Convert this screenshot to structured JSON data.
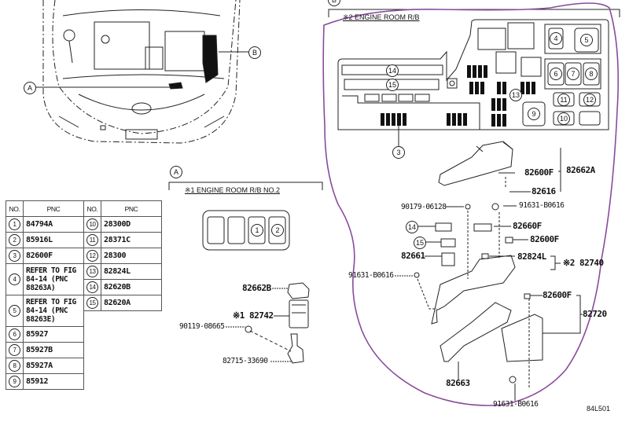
{
  "callouts": {
    "a": "A",
    "b": "B"
  },
  "section_a": {
    "title": "※1 ENGINE ROOM R/B NO.2",
    "slots": [
      "1",
      "2"
    ],
    "parts": {
      "cover": "82662B",
      "block": "※1 82742",
      "bolt": "90119-08665",
      "bracket": "82715-33690"
    }
  },
  "section_b": {
    "title": "※2 ENGINE ROOM R/B",
    "box_labels": [
      "14",
      "15",
      "13",
      "4",
      "5",
      "6",
      "7",
      "8",
      "9",
      "10",
      "11",
      "12",
      "3"
    ],
    "parts": {
      "p1": "82600F",
      "p2": "82662A",
      "p3": "82616",
      "p4": "90179-06128",
      "p5": "91631-B0616",
      "c14": "14",
      "p6": "82660F",
      "c15": "15",
      "p7": "82600F",
      "p8": "82661",
      "p9": "82824L",
      "p10": "※2 82740",
      "p11": "91631-B0616",
      "p12": "82600F",
      "p13": "82720",
      "p14": "82663",
      "p15": "91631-B0616"
    }
  },
  "table": {
    "headers": [
      "NO.",
      "PNC",
      "NO.",
      "PNC"
    ],
    "left": [
      {
        "no": "1",
        "pnc": "84794A"
      },
      {
        "no": "2",
        "pnc": "85916L"
      },
      {
        "no": "3",
        "pnc": "82600F"
      },
      {
        "no": "4",
        "pnc": "REFER TO FIG 84-14 (PNC 88263A)"
      },
      {
        "no": "5",
        "pnc": "REFER TO FIG 84-14 (PNC 88263E)"
      },
      {
        "no": "6",
        "pnc": "85927"
      },
      {
        "no": "7",
        "pnc": "85927B"
      },
      {
        "no": "8",
        "pnc": "85927A"
      },
      {
        "no": "9",
        "pnc": "85912"
      }
    ],
    "right": [
      {
        "no": "10",
        "pnc": "28300D"
      },
      {
        "no": "11",
        "pnc": "28371C"
      },
      {
        "no": "12",
        "pnc": "28300"
      },
      {
        "no": "13",
        "pnc": "82824L"
      },
      {
        "no": "14",
        "pnc": "82620B"
      },
      {
        "no": "15",
        "pnc": "82620A"
      }
    ]
  },
  "figure_code": "84L501",
  "colors": {
    "annotation": "#8a4a9c",
    "line": "#222222"
  }
}
